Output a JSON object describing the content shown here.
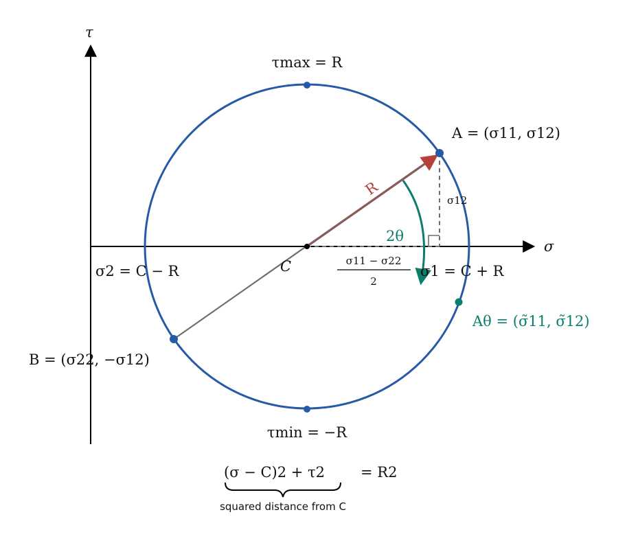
{
  "colors": {
    "circle": "#2659a6",
    "radius": "#b5413a",
    "angle": "#0a7d6c",
    "diameter": "#6e6e6e",
    "axis": "#000000"
  },
  "axes": {
    "sigma_label": "σ",
    "tau_label": "τ"
  },
  "labels": {
    "tau_max": "τmax = R",
    "tau_min": "τmin = −R",
    "point_a": "A = (σ11, σ12)",
    "point_b": "B = (σ22, −σ12)",
    "point_a_theta": "Aθ = (σ̃11, σ̃12)",
    "center": "C",
    "radius": "R",
    "sigma12": "σ12",
    "two_theta": "2θ",
    "half_diff_num": "σ11 − σ22",
    "half_diff_den": "2",
    "sigma1": "σ1 = C + R",
    "sigma2": "σ2 = C − R"
  },
  "equation": {
    "lhs": "(σ − C)2 + τ2",
    "rhs": "= R2",
    "underbrace_note": "squared distance from C"
  }
}
